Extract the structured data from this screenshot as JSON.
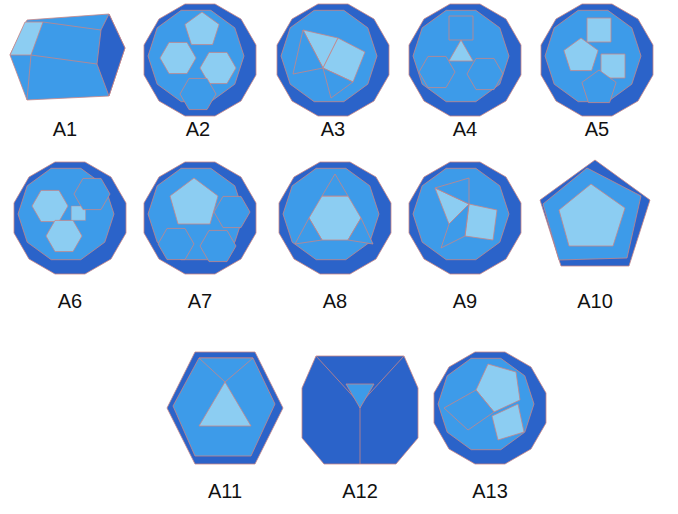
{
  "diagram": {
    "labels": [
      "A1",
      "A2",
      "A3",
      "A4",
      "A5",
      "A6",
      "A7",
      "A8",
      "A9",
      "A10",
      "A11",
      "A12",
      "A13"
    ]
  }
}
